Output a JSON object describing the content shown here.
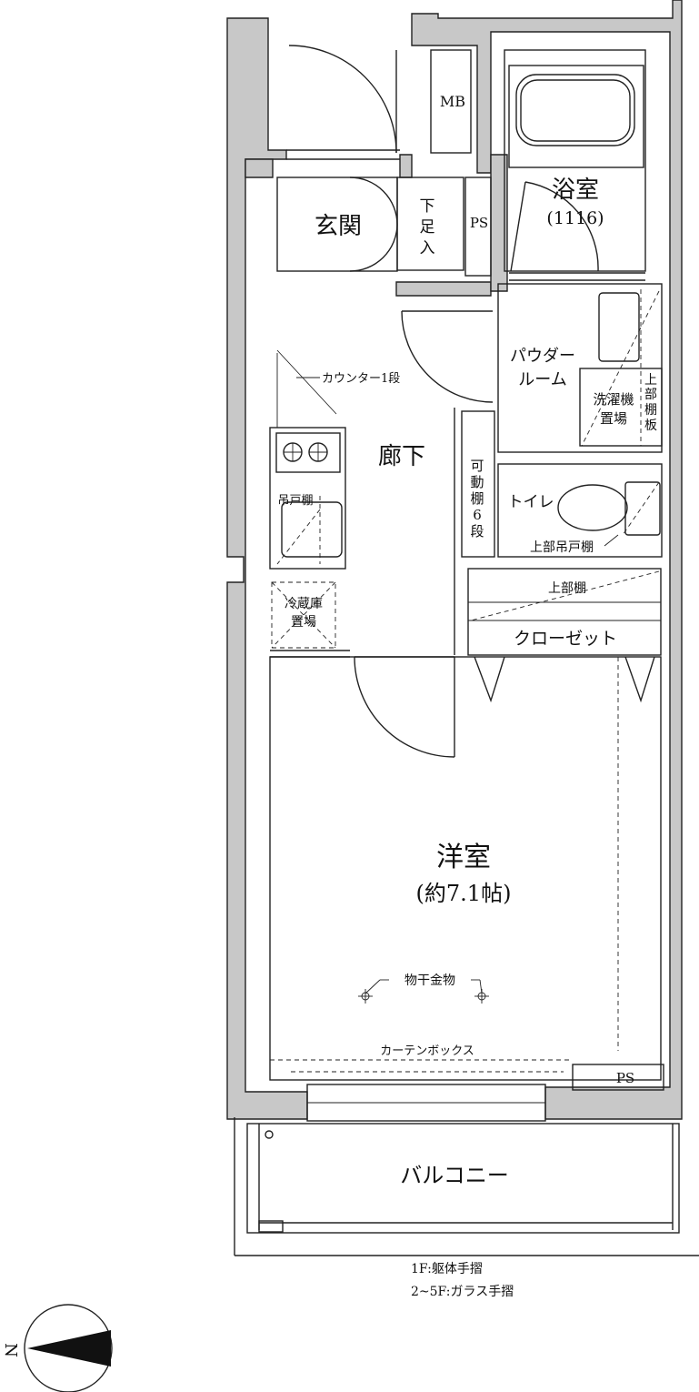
{
  "rooms": {
    "entrance": "玄関",
    "shoe_box": [
      "下",
      "足",
      "入"
    ],
    "mb": "MB",
    "ps_top": "PS",
    "bath": "浴室",
    "bath_size": "(1116)",
    "powder_room_1": "パウダー",
    "powder_room_2": "ルーム",
    "washer_1": "洗濯機",
    "washer_2": "置場",
    "upper_shelf_vertical": [
      "上",
      "部",
      "棚",
      "板"
    ],
    "counter": "カウンター1段",
    "corridor": "廊下",
    "movable_shelf": [
      "可",
      "動",
      "棚",
      "6",
      "段"
    ],
    "toilet": "トイレ",
    "toilet_upper_cabinet": "上部吊戸棚",
    "hanging_cabinet": "吊戸棚",
    "fridge_1": "冷蔵庫",
    "fridge_2": "置場",
    "closet_upper": "上部棚",
    "closet": "クローゼット",
    "western_room": "洋室",
    "western_room_size": "(約7.1帖)",
    "drying_hardware": "物干金物",
    "curtain_box": "カーテンボックス",
    "ps_bottom": "PS",
    "balcony": "バルコニー"
  },
  "notes": {
    "railing_1f": "1F:躯体手摺",
    "railing_upper": "2~5F:ガラス手摺"
  },
  "compass": {
    "label": "N"
  }
}
